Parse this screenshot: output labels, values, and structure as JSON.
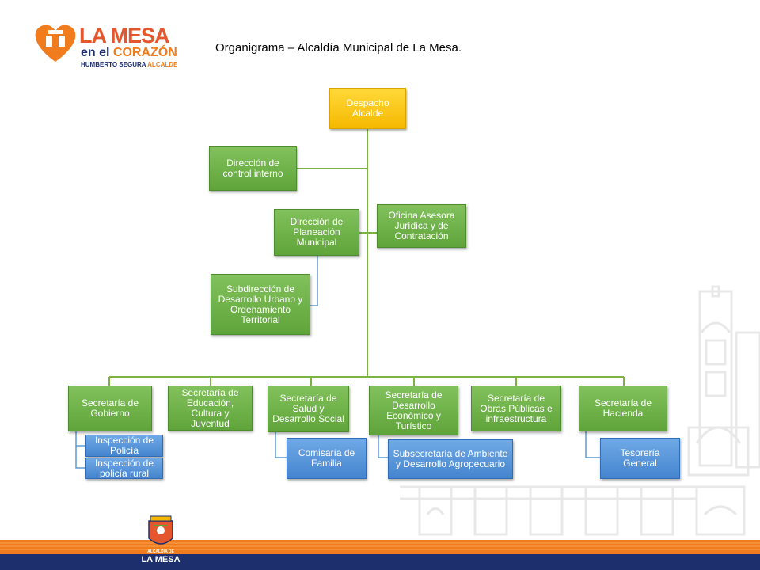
{
  "title": "Organigrama – Alcaldía Municipal de La Mesa.",
  "logo": {
    "line1": "LA MESA",
    "line2_a": "en el ",
    "line2_b": "CORAZÓN",
    "line3_a": "HUMBERTO SEGURA ",
    "line3_b": "ALCALDE",
    "bottom_caption": "ALCALDÍA DE",
    "bottom_name": "LA MESA"
  },
  "colors": {
    "green": "#6cb346",
    "yellow": "#fbc512",
    "blue": "#5596dc",
    "connector": "#7cb342",
    "sub_connector": "#5d9bd5",
    "footer_orange": "#f07c1e",
    "footer_navy": "#1e2f6e"
  },
  "org": {
    "despacho": "Despacho Alcalde",
    "control_interno": "Dirección de control interno",
    "oficina_juridica": "Oficina Asesora Jurídica y de Contratación",
    "planeacion": "Dirección de Planeación Municipal",
    "subdireccion": "Subdirección de Desarrollo Urbano y Ordenamiento Territorial",
    "gobierno": "Secretaría de Gobierno",
    "insp_policia": "Inspección de Policía",
    "insp_rural": "Inspección de policía rural",
    "educacion": "Secretaría de Educación, Cultura y Juventud",
    "salud": "Secretaría de Salud y Desarrollo Social",
    "comisaria": "Comisaría de Familia",
    "desarrollo": "Secretaría de Desarrollo Económico y Turístico",
    "ambiente": "Subsecretaría de Ambiente y Desarrollo Agropecuario",
    "obras": "Secretaría de Obras Públicas e infraestructura",
    "hacienda": "Secretaría de Hacienda",
    "tesoreria": "Tesorería General"
  }
}
